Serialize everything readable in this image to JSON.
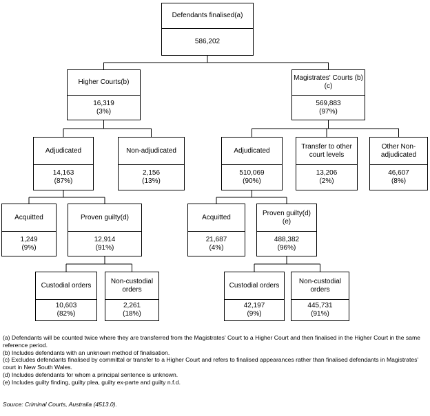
{
  "nodes": [
    {
      "id": "root",
      "label": "Defendants finalised(a)",
      "value": "586,202",
      "pct": ""
    },
    {
      "id": "higher",
      "label": "Higher Courts(b)",
      "value": "16,319",
      "pct": "(3%)"
    },
    {
      "id": "mag",
      "label": "Magistrates' Courts (b)(c)",
      "value": "569,883",
      "pct": "(97%)"
    },
    {
      "id": "h_adj",
      "label": "Adjudicated",
      "value": "14,163",
      "pct": "(87%)"
    },
    {
      "id": "h_nonadj",
      "label": "Non-adjudicated",
      "value": "2,156",
      "pct": "(13%)"
    },
    {
      "id": "m_adj",
      "label": "Adjudicated",
      "value": "510,069",
      "pct": "(90%)"
    },
    {
      "id": "m_transfer",
      "label": "Transfer to other court levels",
      "value": "13,206",
      "pct": "(2%)"
    },
    {
      "id": "m_othernonadj",
      "label": "Other Non-adjudicated",
      "value": "46,607",
      "pct": "(8%)"
    },
    {
      "id": "h_acq",
      "label": "Acquitted",
      "value": "1,249",
      "pct": "(9%)"
    },
    {
      "id": "h_pg",
      "label": "Proven guilty(d)",
      "value": "12,914",
      "pct": "(91%)"
    },
    {
      "id": "m_acq",
      "label": "Acquitted",
      "value": "21,687",
      "pct": "(4%)"
    },
    {
      "id": "m_pg",
      "label": "Proven guilty(d)(e)",
      "value": "488,382",
      "pct": "(96%)"
    },
    {
      "id": "h_cust",
      "label": "Custodial orders",
      "value": "10,603",
      "pct": "(82%)"
    },
    {
      "id": "h_noncust",
      "label": "Non-custodial orders",
      "value": "2,261",
      "pct": "(18%)"
    },
    {
      "id": "m_cust",
      "label": "Custodial orders",
      "value": "42,197",
      "pct": "(9%)"
    },
    {
      "id": "m_noncust",
      "label": "Non-custodial orders",
      "value": "445,731",
      "pct": "(91%)"
    }
  ],
  "edges": [
    [
      "root",
      "higher"
    ],
    [
      "root",
      "mag"
    ],
    [
      "higher",
      "h_adj"
    ],
    [
      "higher",
      "h_nonadj"
    ],
    [
      "mag",
      "m_adj"
    ],
    [
      "mag",
      "m_transfer"
    ],
    [
      "mag",
      "m_othernonadj"
    ],
    [
      "h_adj",
      "h_acq"
    ],
    [
      "h_adj",
      "h_pg"
    ],
    [
      "m_adj",
      "m_acq"
    ],
    [
      "m_adj",
      "m_pg"
    ],
    [
      "h_pg",
      "h_cust"
    ],
    [
      "h_pg",
      "h_noncust"
    ],
    [
      "m_pg",
      "m_cust"
    ],
    [
      "m_pg",
      "m_noncust"
    ]
  ],
  "footnotes": [
    "(a) Defendants will be counted twice where they are transferred from the Magistrates' Court to a Higher Court and then finalised in the Higher Court in the same reference period.",
    "(b) Includes defendants with an unknown method of finalisation.",
    "(c) Excludes defendants finalised by committal or transfer to a Higher Court and refers to finalised appearances rather than finalised defendants in Magistrates' court in New South Wales.",
    "(d) Includes defendants for whom a principal sentence is unknown.",
    "(e) Includes guilty finding, guilty plea, guilty ex-parte and guilty n.f.d."
  ],
  "source": "Source: Criminal Courts, Australia (4513.0)."
}
